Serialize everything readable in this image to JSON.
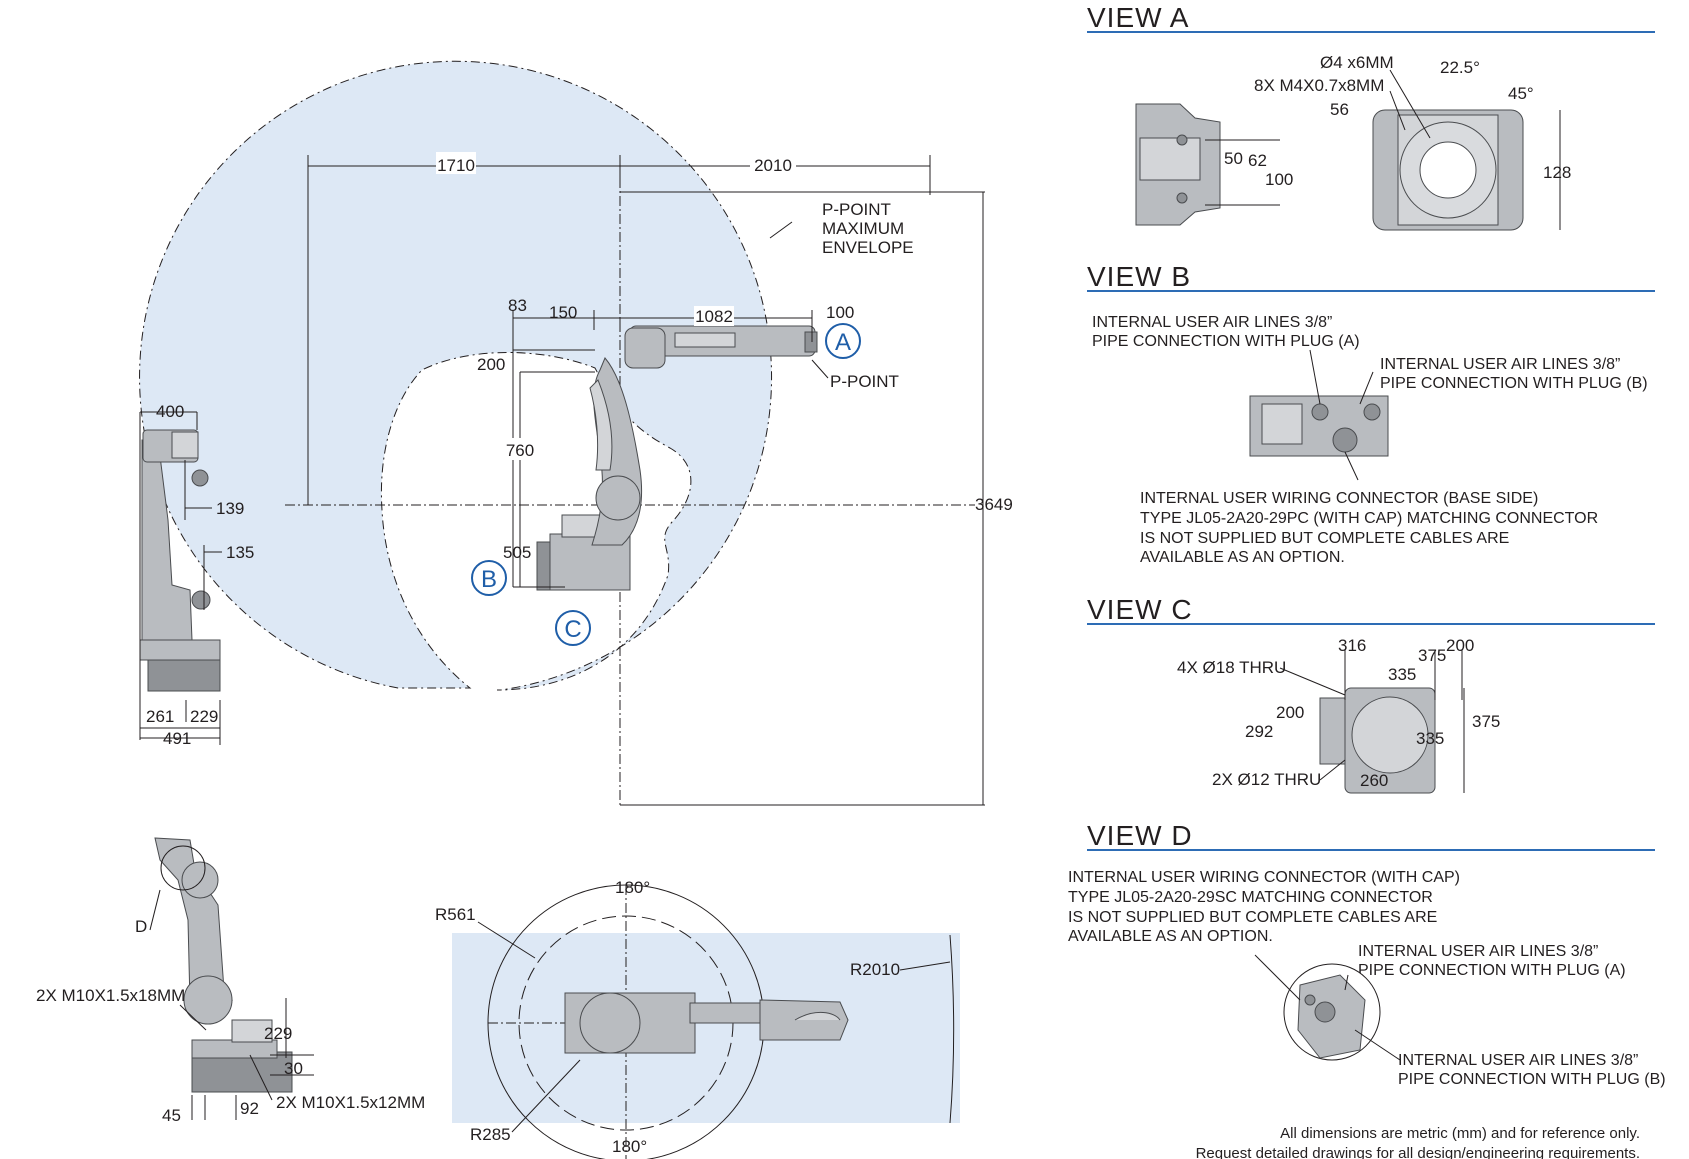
{
  "views": {
    "a": {
      "title": "VIEW A",
      "d1": "Ø4 x6MM",
      "d2": "8X M4X0.7x8MM",
      "d3": "22.5°",
      "d4": "45°",
      "d5": "56",
      "d6": "50",
      "d7": "62",
      "d8": "100",
      "d9": "128"
    },
    "b": {
      "title": "VIEW B",
      "air_a_1": "INTERNAL USER AIR LINES 3/8”",
      "air_a_2": "PIPE CONNECTION WITH PLUG (A)",
      "air_b_1": "INTERNAL USER AIR LINES 3/8”",
      "air_b_2": "PIPE CONNECTION WITH PLUG (B)",
      "wire_1": "INTERNAL USER WIRING CONNECTOR (BASE SIDE)",
      "wire_2": "TYPE JL05-2A20-29PC (WITH CAP) MATCHING CONNECTOR",
      "wire_3": "IS NOT SUPPLIED BUT COMPLETE CABLES ARE",
      "wire_4": "AVAILABLE AS AN OPTION."
    },
    "c": {
      "title": "VIEW C",
      "d316": "316",
      "d375t": "375",
      "d200t": "200",
      "d335t": "335",
      "holes18": "4X Ø18 THRU",
      "d200": "200",
      "d292": "292",
      "d335": "335",
      "d375": "375",
      "holes12": "2X Ø12 THRU",
      "d260": "260"
    },
    "d": {
      "title": "VIEW D",
      "wire_1": "INTERNAL USER WIRING CONNECTOR  (WITH CAP)",
      "wire_2": "TYPE JL05-2A20-29SC MATCHING CONNECTOR",
      "wire_3": "IS NOT SUPPLIED BUT COMPLETE CABLES ARE",
      "wire_4": "AVAILABLE AS AN OPTION.",
      "air_a_1": "INTERNAL USER AIR LINES 3/8”",
      "air_a_2": "PIPE CONNECTION WITH PLUG (A)",
      "air_b_1": "INTERNAL USER AIR LINES 3/8”",
      "air_b_2": "PIPE CONNECTION WITH PLUG (B)"
    }
  },
  "side": {
    "d1710": "1710",
    "d2010": "2010",
    "p1": "P-POINT",
    "p2": "MAXIMUM",
    "p3": "ENVELOPE",
    "d83": "83",
    "d150": "150",
    "d1082": "1082",
    "d100": "100",
    "ppoint": "P-POINT",
    "d200": "200",
    "d760": "760",
    "d505": "505",
    "d3649": "3649",
    "a": "A",
    "b": "B",
    "c": "C"
  },
  "front": {
    "d400": "400",
    "d139": "139",
    "d135": "135",
    "d261": "261",
    "d229": "229",
    "d491": "491"
  },
  "base": {
    "d": "D",
    "bolt18": "2X M10X1.5x18MM",
    "d229": "229",
    "d30": "30",
    "d45": "45",
    "d92": "92",
    "bolt12": "2X M10X1.5x12MM"
  },
  "top": {
    "a180t": "180°",
    "r561": "R561",
    "r2010": "R2010",
    "r285": "R285",
    "a180b": "180°"
  },
  "footer": {
    "line1": "All dimensions are metric (mm) and for reference only.",
    "line2": "Request detailed drawings for all design/engineering requirements."
  }
}
